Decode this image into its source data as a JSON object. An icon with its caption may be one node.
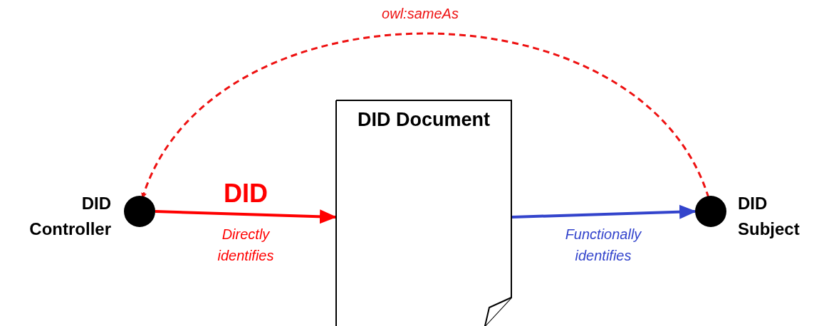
{
  "diagram": {
    "nodes": [
      {
        "text": [],
        "shape": "circle",
        "beside": [
          "DID Controller"
        ]
      },
      {
        "text": [
          "DID Document"
        ]
      },
      {
        "text": [],
        "shape": "circle",
        "beside": [
          "DID Subject"
        ]
      }
    ],
    "edges": [
      {
        "from": 0,
        "to": 1,
        "arrow": "to",
        "label": "Directly identifies",
        "color": "#ff0000"
      },
      {
        "from": 1,
        "to": 2,
        "arrow": "to",
        "label": "Functionally identifies",
        "color": "#3344cc"
      },
      {
        "from": 2,
        "to": 0,
        "arrow": "to",
        "label": "owl:sameAs",
        "style": "dashed",
        "color": "#ee1111"
      }
    ],
    "labels": [
      "DID"
    ]
  }
}
